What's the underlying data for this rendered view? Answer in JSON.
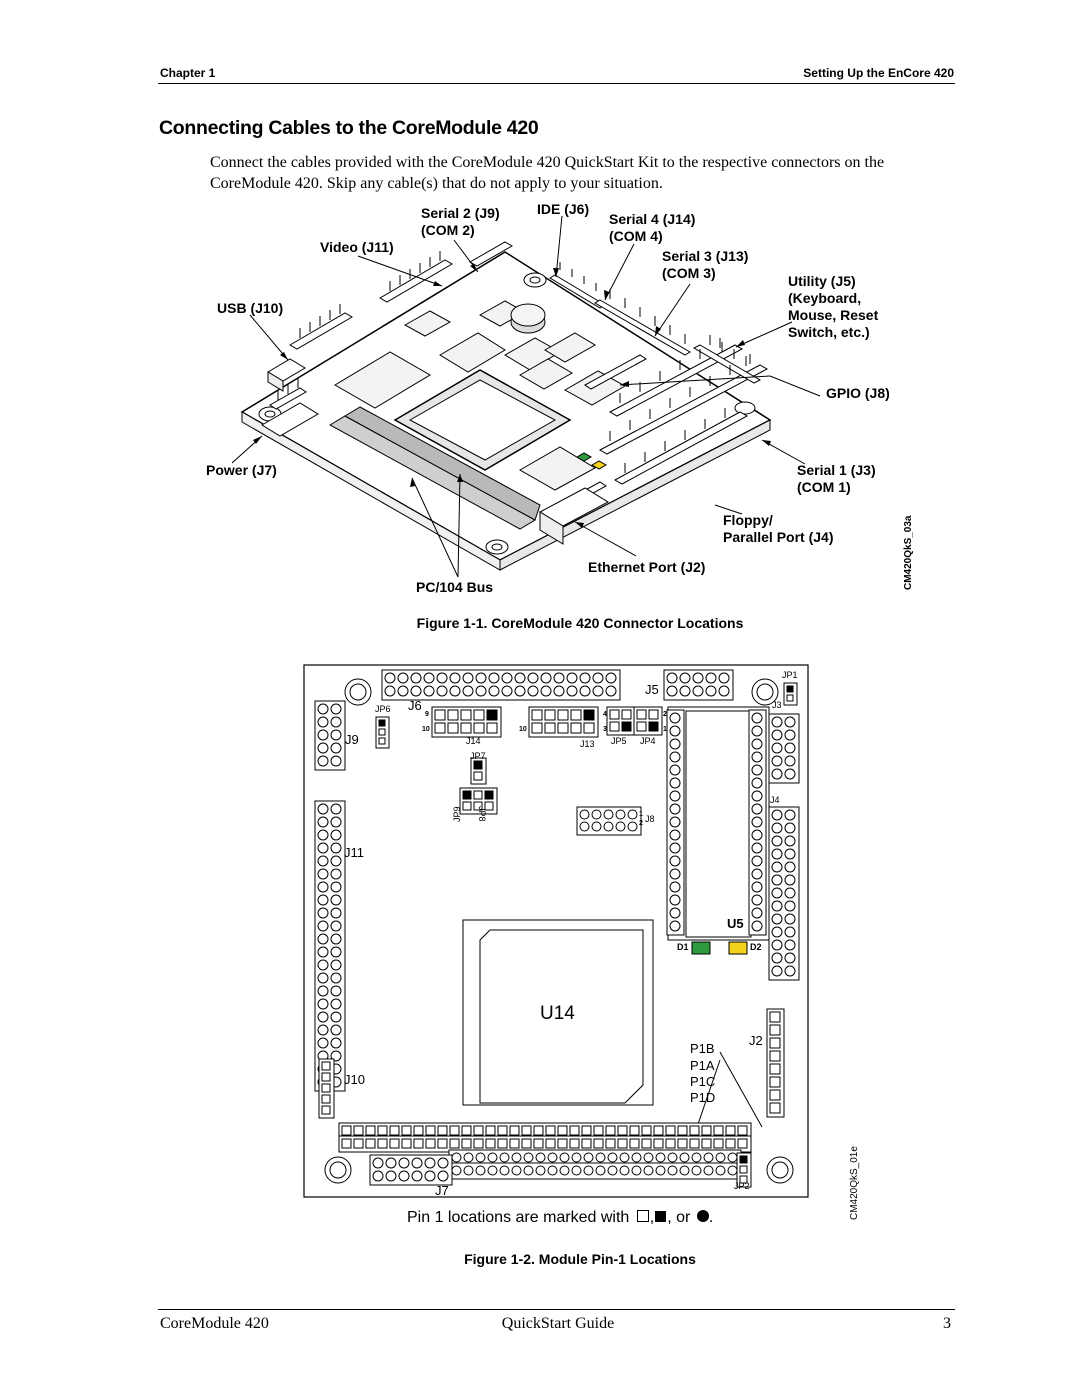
{
  "header": {
    "chapter": "Chapter 1",
    "section": "Setting Up the EnCore 420"
  },
  "title": "Connecting Cables to the CoreModule 420",
  "intro": "Connect the cables provided with the CoreModule 420 QuickStart Kit to the respective connectors on the CoreModule 420.  Skip any cable(s) that do not apply to your situation.",
  "figure1": {
    "caption": "Figure 1-1.  CoreModule 420 Connector Locations",
    "code": "CM420QkS_03a",
    "labels": {
      "serial2": "Serial 2 (J9)\n(COM 2)",
      "ide": "IDE (J6)",
      "serial4": "Serial 4 (J14)\n(COM 4)",
      "video": "Video (J11)",
      "serial3": "Serial 3 (J13)\n(COM 3)",
      "utility": "Utility (J5)\n(Keyboard,\nMouse, Reset\nSwitch, etc.)",
      "usb": "USB (J10)",
      "gpio": "GPIO (J8)",
      "power": "Power (J7)",
      "serial1": "Serial 1 (J3)\n(COM 1)",
      "floppy": "Floppy/\nParallel Port (J4)",
      "ethernet": "Ethernet Port (J2)",
      "pc104": "PC/104 Bus"
    }
  },
  "figure2": {
    "caption": "Figure 1-2.  Module Pin-1 Locations",
    "code": "CM420QkS_01e",
    "pin1_note": "Pin 1 locations are marked with",
    "pin1_suffix": ", or",
    "labels": {
      "j5": "J5",
      "jp1": "JP1",
      "j3": "J3",
      "jp6": "JP6",
      "j6": "J6",
      "j9": "J9",
      "j14": "J14",
      "j13": "J13",
      "jp5": "JP5",
      "jp4": "JP4",
      "jp7": "JP7",
      "jp9": "JP9",
      "jp8": "JP8",
      "j8": "J8",
      "j4": "J4",
      "j11": "J11",
      "u5": "U5",
      "d1": "D1",
      "d2": "D2",
      "u14": "U14",
      "j2": "J2",
      "p1b": "P1B",
      "p1a": "P1A",
      "p1c": "P1C",
      "p1d": "P1D",
      "j10": "J10",
      "j7": "J7",
      "jp2": "JP2",
      "n9": "9",
      "n10a": "10",
      "n10b": "10",
      "n4": "4",
      "n3": "3",
      "n2": "2",
      "n1": "1",
      "n1b": "1",
      "n2b": "2"
    },
    "led_colors": {
      "d1": "#2e9a3e",
      "d2": "#f2d21c"
    }
  },
  "footer": {
    "left": "CoreModule 420",
    "center": "QuickStart Guide",
    "page": "3"
  }
}
